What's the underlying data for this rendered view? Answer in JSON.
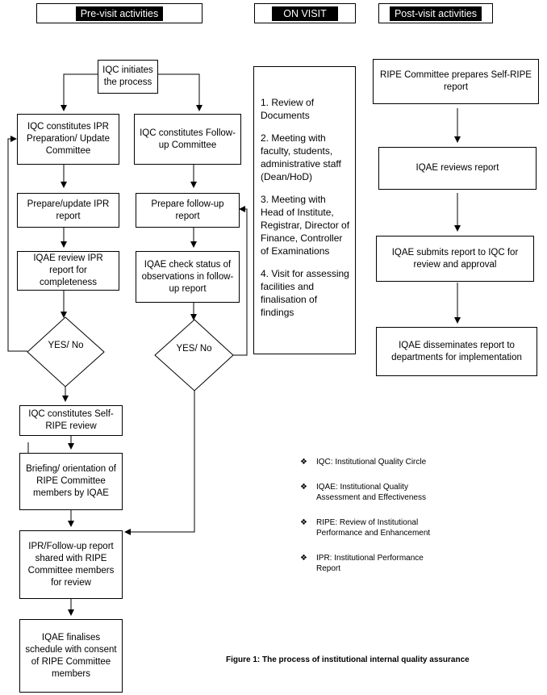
{
  "headers": {
    "pre_visit": "Pre-visit activities",
    "on_visit": "ON VISIT",
    "post_visit": "Post-visit activities"
  },
  "pre_visit": {
    "iqc_initiates": "IQC initiates the process",
    "left": {
      "constitutes_ipr": "IQC constitutes IPR Preparation/ Update Committee",
      "prepare_ipr": "Prepare/update IPR report",
      "iqae_review_ipr": "IQAE review IPR report for completeness",
      "decision": "YES/ No"
    },
    "right": {
      "constitutes_followup": "IQC constitutes Follow-up Committee",
      "prepare_followup": "Prepare follow-up report",
      "iqae_check_status": "IQAE check status of observations in follow-up report",
      "decision": "YES/ No"
    },
    "self_ripe_review": "IQC constitutes Self-RIPE review",
    "briefing": "Briefing/ orientation of RIPE Committee members by IQAE",
    "report_shared": "IPR/Follow-up report shared with RIPE Committee members for review",
    "finalises_schedule": "IQAE finalises schedule with consent of RIPE Committee members"
  },
  "on_visit": {
    "items": [
      "1. Review of Documents",
      "2. Meeting with faculty, students, administrative staff (Dean/HoD)",
      "3. Meeting with Head of Institute, Registrar, Director of Finance, Controller of Examinations",
      "4. Visit for assessing facilities and finalisation of findings"
    ]
  },
  "post_visit": {
    "steps": [
      "RIPE Committee prepares Self-RIPE report",
      "IQAE reviews report",
      "IQAE submits report to IQC for review and approval",
      "IQAE disseminates report to departments for implementation"
    ]
  },
  "legend": {
    "bullet_icon": "diamond-bullet-icon",
    "items": [
      "IQC: Institutional Quality Circle",
      "IQAE: Institutional Quality Assessment and Effectiveness",
      "RIPE: Review of Institutional Performance and Enhancement",
      "IPR: Institutional Performance Report"
    ]
  },
  "caption": "Figure 1: The process of institutional internal quality assurance"
}
